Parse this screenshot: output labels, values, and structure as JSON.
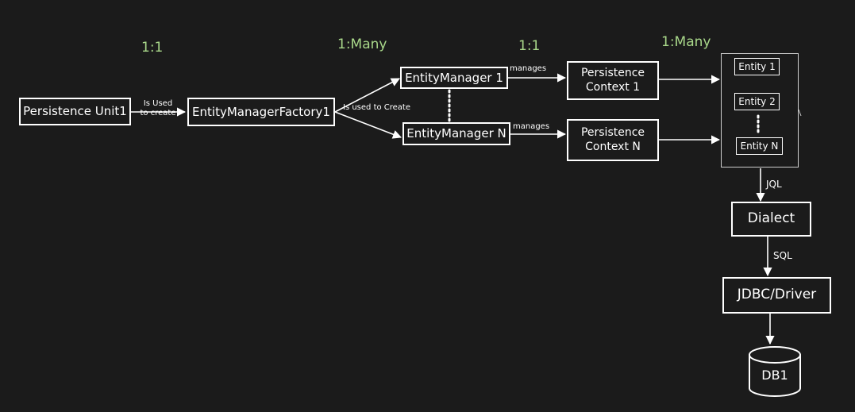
{
  "ratios": [
    "1:1",
    "1:Many",
    "1:1",
    "1:Many"
  ],
  "nodes": {
    "persistence_unit": "Persistence Unit1",
    "emf": "EntityManagerFactory1",
    "em_1": "EntityManager 1",
    "em_n": "EntityManager N",
    "pc_1": [
      "Persistence",
      "Context 1"
    ],
    "pc_n": [
      "Persistence",
      "Context N"
    ],
    "entity_1": "Entity 1",
    "entity_2": "Entity 2",
    "entity_n": "Entity N",
    "dialect": "Dialect",
    "jdbc": "JDBC/Driver",
    "db": "DB1"
  },
  "edge_labels": {
    "is_used_to_create": [
      "Is Used",
      "to create"
    ],
    "is_used_to_create_2": "Is used to Create",
    "manages_1": "manages",
    "manages_n": "manages",
    "jql": "JQL",
    "sql": "SQL"
  },
  "colors": {
    "background": "#1b1b1b",
    "foreground": "#ffffff",
    "ratio_text": "#a9d88a"
  }
}
